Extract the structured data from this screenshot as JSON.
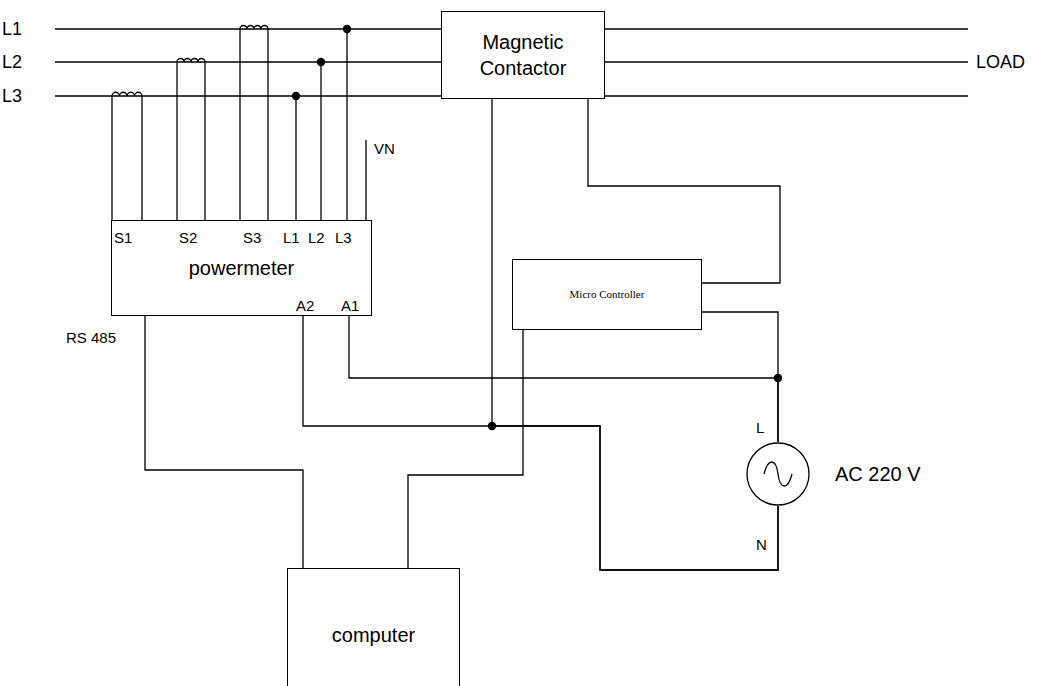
{
  "diagram": {
    "nodes": [
      {
        "text": [
          "Magnetic Contactor"
        ]
      },
      {
        "text": [
          "powermeter"
        ]
      },
      {
        "text": [
          "Micro Controller"
        ]
      },
      {
        "text": [
          "AC 220 V"
        ]
      },
      {
        "text": [
          "computer"
        ]
      }
    ],
    "edges": [
      {
        "from": 0,
        "to": 2,
        "arrow": "none"
      },
      {
        "from": 2,
        "to": 3,
        "arrow": "none"
      },
      {
        "from": 1,
        "to": 3,
        "arrow": "none"
      },
      {
        "from": 1,
        "to": 3,
        "arrow": "none"
      },
      {
        "from": 0,
        "to": 3,
        "arrow": "none"
      },
      {
        "from": 1,
        "to": 4,
        "arrow": "none"
      },
      {
        "from": 2,
        "to": 4,
        "arrow": "none"
      }
    ],
    "labels": [
      "L1",
      "L2",
      "L3",
      "LOAD",
      "VN",
      "S1",
      "S2",
      "S3",
      "L1",
      "L2",
      "L3",
      "A2",
      "A1",
      "RS 485",
      "L",
      "N"
    ]
  }
}
